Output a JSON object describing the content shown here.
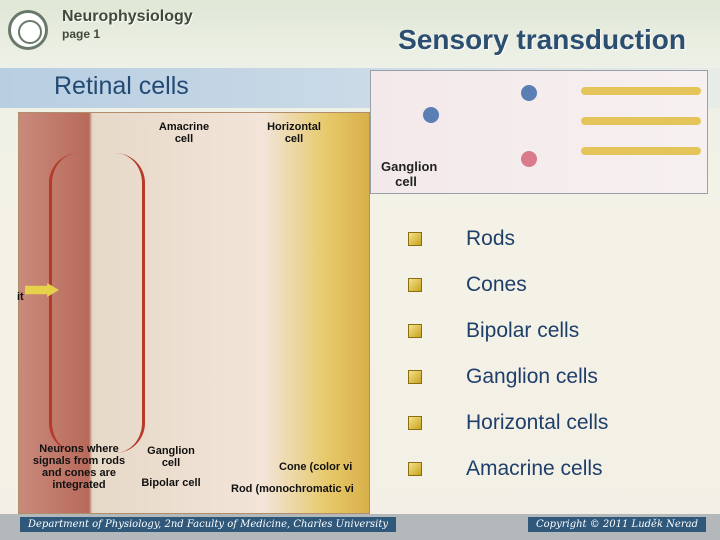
{
  "header": {
    "brand": "Neurophysiology",
    "page": "page 1",
    "title": "Sensory transduction"
  },
  "section": {
    "title": "Retinal cells"
  },
  "retina_figure": {
    "labels": {
      "amacrine": "Amacrine cell",
      "horizontal": "Horizontal cell",
      "neurons_note": "Neurons where signals from rods and cones are integrated",
      "ganglion": "Ganglion cell",
      "bipolar": "Bipolar cell",
      "cone": "Cone (color vi",
      "rod": "Rod (monochromatic vi",
      "edge_text": "it"
    }
  },
  "ganglion_figure": {
    "label": "Ganglion cell"
  },
  "list": [
    {
      "text": "Rods"
    },
    {
      "text": "Cones"
    },
    {
      "text": "Bipolar cells"
    },
    {
      "text": "Ganglion cells"
    },
    {
      "text": "Horizontal cells"
    },
    {
      "text": "Amacrine cells"
    }
  ],
  "footer": {
    "left": "Department of Physiology, 2nd Faculty of Medicine, Charles University",
    "right": "Copyright © 2011 Luděk Nerad"
  }
}
